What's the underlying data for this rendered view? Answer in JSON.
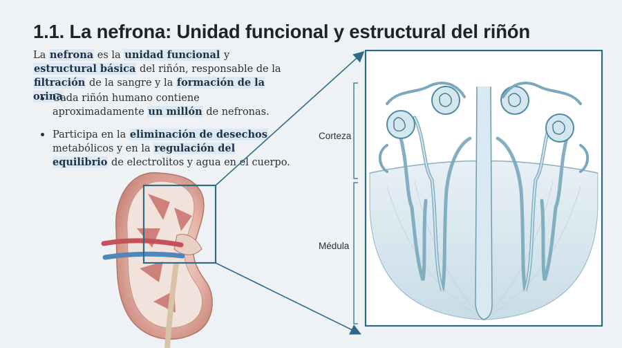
{
  "title": "1.1. La nefrona: Unidad funcional y estructural del riñón",
  "intro": {
    "t1": "La ",
    "b1": "nefrona",
    "t2": " es la ",
    "b2": "unidad funcional",
    "t3": " y ",
    "b3": "estructural básica",
    "t4": " del riñón, responsable de la ",
    "b4": "filtración",
    "t5": " de la sangre y la ",
    "b5": "formación de la orina",
    "t6": "."
  },
  "bullets": [
    {
      "t1": "Cada riñón humano contiene aproximadamente ",
      "b1": "un millón",
      "t2": " de nefronas."
    },
    {
      "t1": "Participa en la ",
      "b1": "eliminación de desechos",
      "t2": " metabólicos y en la ",
      "b2": "regulación del equilibrio",
      "t3": " de electrolitos y agua en el cuerpo."
    }
  ],
  "labels": {
    "cortex": "Corteza",
    "medulla": "Médula"
  },
  "colors": {
    "highlight": "#dce9f4",
    "frame": "#2d6a86",
    "kidney_tissue": "#d99a8f",
    "nephron": "#8fb7c8",
    "medulla_fill": "#d6e7ef"
  }
}
